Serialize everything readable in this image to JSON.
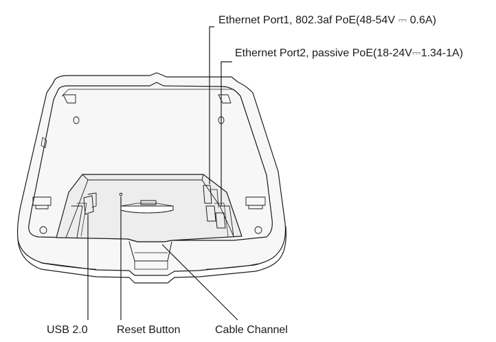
{
  "labels": {
    "ethernet_port1": "Ethernet Port1, 802.3af PoE(48-54V ⎓ 0.6A)",
    "ethernet_port2": "Ethernet Port2, passive PoE(18-24V⎓1.34-1A)",
    "usb": "USB 2.0",
    "reset_button": "Reset Button",
    "cable_channel": "Cable Channel"
  },
  "colors": {
    "line": "#1a1a1a",
    "device_fill": "#f4f4f4",
    "shadow": "#d9d9d9"
  }
}
